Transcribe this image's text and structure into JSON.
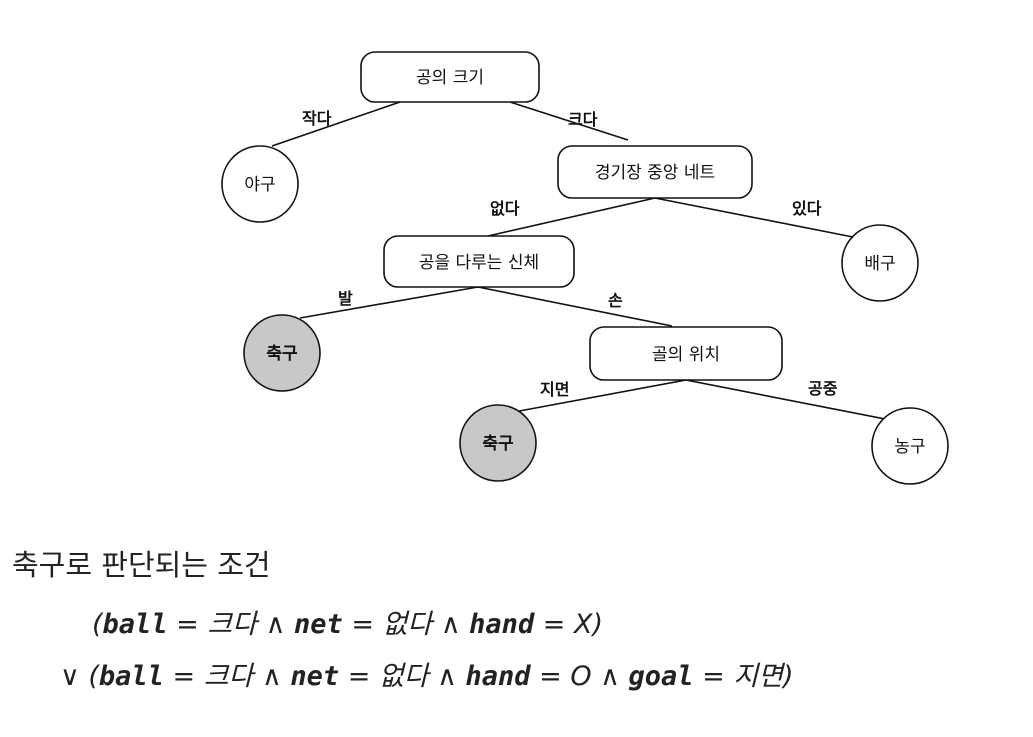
{
  "tree": {
    "nodes": {
      "root": "공의 크기",
      "baseball": "야구",
      "net": "경기장 중앙 네트",
      "volleyball": "배구",
      "body_part": "공을 다루는 신체",
      "soccer_foot": "축구",
      "goal_pos": "골의 위치",
      "soccer_ground": "축구",
      "basketball": "농구"
    },
    "edges": {
      "small": "작다",
      "big": "크다",
      "none": "없다",
      "exists": "있다",
      "foot": "발",
      "hand": "손",
      "ground": "지면",
      "air": "공중"
    },
    "highlight_fill": "#c8c8c8"
  },
  "conditions": {
    "title": "축구로 판단되는 조건",
    "line1": {
      "open": "(",
      "var1": "ball",
      "rest1": " = 크다 ∧ ",
      "var2": "net",
      "rest2": " = 없다 ∧ ",
      "var3": "hand",
      "rest3": " = X)"
    },
    "line2": {
      "open": "∨ (",
      "var1": "ball",
      "rest1": " = 크다 ∧ ",
      "var2": "net",
      "rest2": " = 없다 ∧ ",
      "var3": "hand",
      "rest3": " = O ∧ ",
      "var4": "goal",
      "rest4": " = 지면)"
    }
  }
}
